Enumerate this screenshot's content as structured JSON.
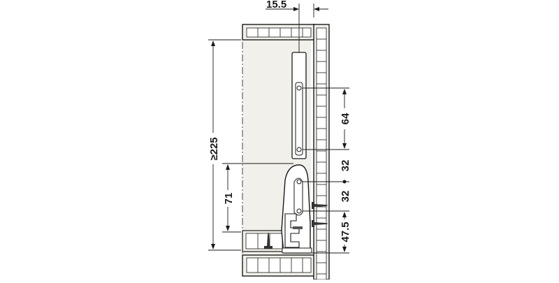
{
  "diagram": {
    "type": "technical-drawing",
    "subject": "drawer side profile with front fixing bracket, cross-section",
    "colors": {
      "line": "#1a1a1a",
      "panel_fill": "#f2f0ea",
      "grid_fill": "#ffffff",
      "background": "#ffffff"
    },
    "dimensions": {
      "top_offset": "15.5",
      "overall_height": "≥225",
      "bracket_height": "71",
      "hole_spacing_upper": "64",
      "hole_spacing_a": "32",
      "hole_spacing_b": "32",
      "bottom_offset": "47.5"
    }
  }
}
